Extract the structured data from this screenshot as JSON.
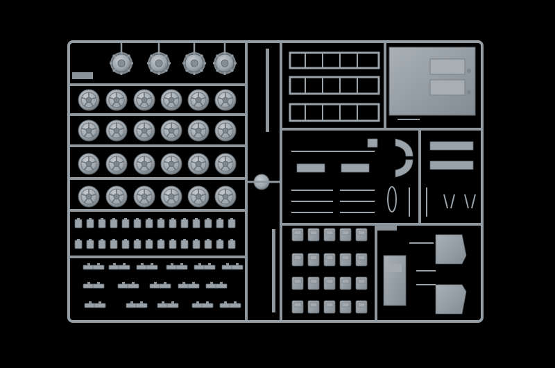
{
  "scene": {
    "subject": "plastic-model-kit-sprue",
    "background_color": "#000000",
    "plastic_color": "#8f989f",
    "plastic_highlight": "#b4bcc2",
    "plastic_shadow": "#5e666c"
  },
  "groups": {
    "road_wheel_rows": 4,
    "road_wheels_per_row": 6,
    "drive_sprockets": 4,
    "track_link_rows": 3,
    "hatch_rows": 4,
    "hatches_per_row": 5
  }
}
